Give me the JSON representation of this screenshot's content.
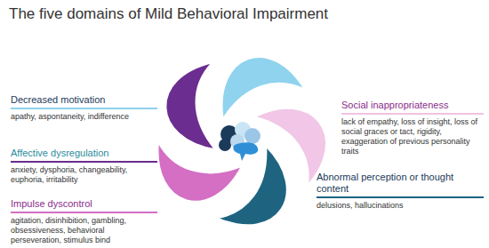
{
  "diagram": {
    "title": "The five domains of Mild Behavioral Impairment",
    "nodes": [
      {
        "text": [
          "Decreased motivation",
          "apathy, aspontaneity, indifference"
        ]
      },
      {
        "text": [
          "Social inappropriateness",
          "lack of empathy, loss of insight, loss of social graces or tact, rigidity, exaggeration of previous personality traits"
        ]
      },
      {
        "text": [
          "Affective dysregulation",
          "anxiety, dysphoria, changeability, euphoria, irritability"
        ]
      },
      {
        "text": [
          "Abnormal perception or thought content",
          "delusions, hallucinations"
        ]
      },
      {
        "text": [
          "Impulse dyscontrol",
          "agitation, disinhibition, gambling, obsessiveness, behavioral perseveration, stimulus bind"
        ]
      }
    ]
  }
}
